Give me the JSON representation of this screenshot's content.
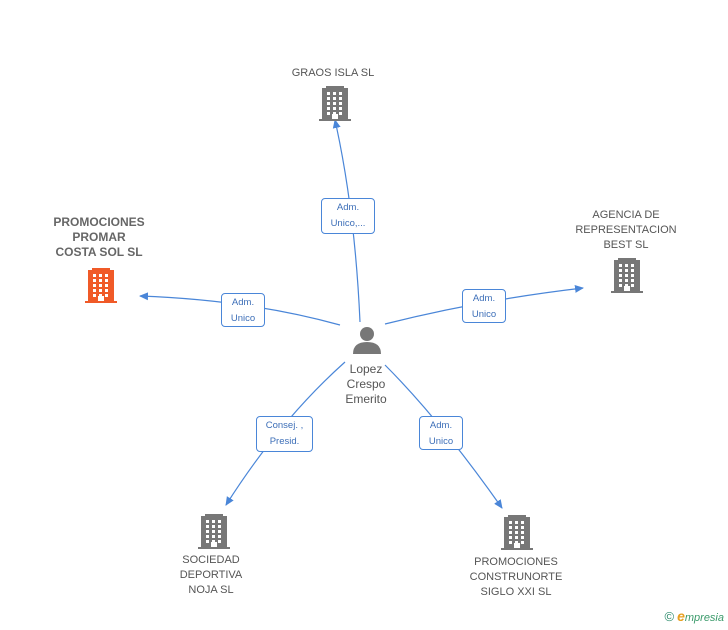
{
  "center": {
    "name_lines": [
      "Lopez",
      "Crespo",
      "Emerito"
    ],
    "icon": "person-icon"
  },
  "companies": [
    {
      "id": "graos",
      "lines": [
        "GRAOS ISLA SL"
      ],
      "icon": "building-icon",
      "highlight": false
    },
    {
      "id": "agencia",
      "lines": [
        "AGENCIA DE",
        "REPRESENTACION",
        "BEST SL"
      ],
      "icon": "building-icon",
      "highlight": false
    },
    {
      "id": "promar",
      "lines": [
        "PROMOCIONES",
        "PROMAR",
        "COSTA SOL SL"
      ],
      "icon": "building-icon",
      "highlight": true
    },
    {
      "id": "noja",
      "lines": [
        "SOCIEDAD",
        "DEPORTIVA",
        "NOJA SL"
      ],
      "icon": "building-icon",
      "highlight": false
    },
    {
      "id": "construnorte",
      "lines": [
        "PROMOCIONES",
        "CONSTRUNORTE",
        "SIGLO XXI SL"
      ],
      "icon": "building-icon",
      "highlight": false
    }
  ],
  "relations": [
    {
      "to": "graos",
      "lines": [
        "Adm.",
        "Unico,..."
      ]
    },
    {
      "to": "agencia",
      "lines": [
        "Adm.",
        "Unico"
      ]
    },
    {
      "to": "promar",
      "lines": [
        "Adm.",
        "Unico"
      ]
    },
    {
      "to": "noja",
      "lines": [
        "Consej. ,",
        "Presid."
      ]
    },
    {
      "to": "construnorte",
      "lines": [
        "Adm.",
        "Unico"
      ]
    }
  ],
  "colors": {
    "edge": "#4a86d8",
    "building": "#777777",
    "highlight": "#f05a28",
    "person": "#777777"
  },
  "footer": {
    "copyright": "©",
    "brand_initial": "e",
    "brand_rest": "mpresia"
  }
}
